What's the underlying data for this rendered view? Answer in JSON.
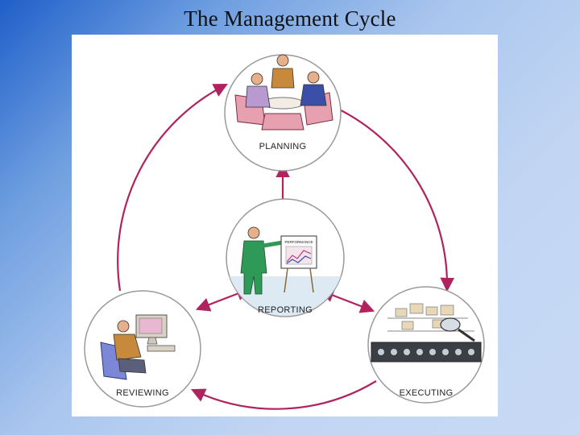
{
  "slide": {
    "title": "The Management Cycle"
  },
  "diagram": {
    "stages": {
      "planning": "PLANNING",
      "reporting": "REPORTING",
      "reviewing": "REVIEWING",
      "executing": "EXECUTING"
    },
    "chart_caption": "PERFORMANCE"
  },
  "colors": {
    "arrow": "#b0235f",
    "background": "#c2d6f3"
  }
}
